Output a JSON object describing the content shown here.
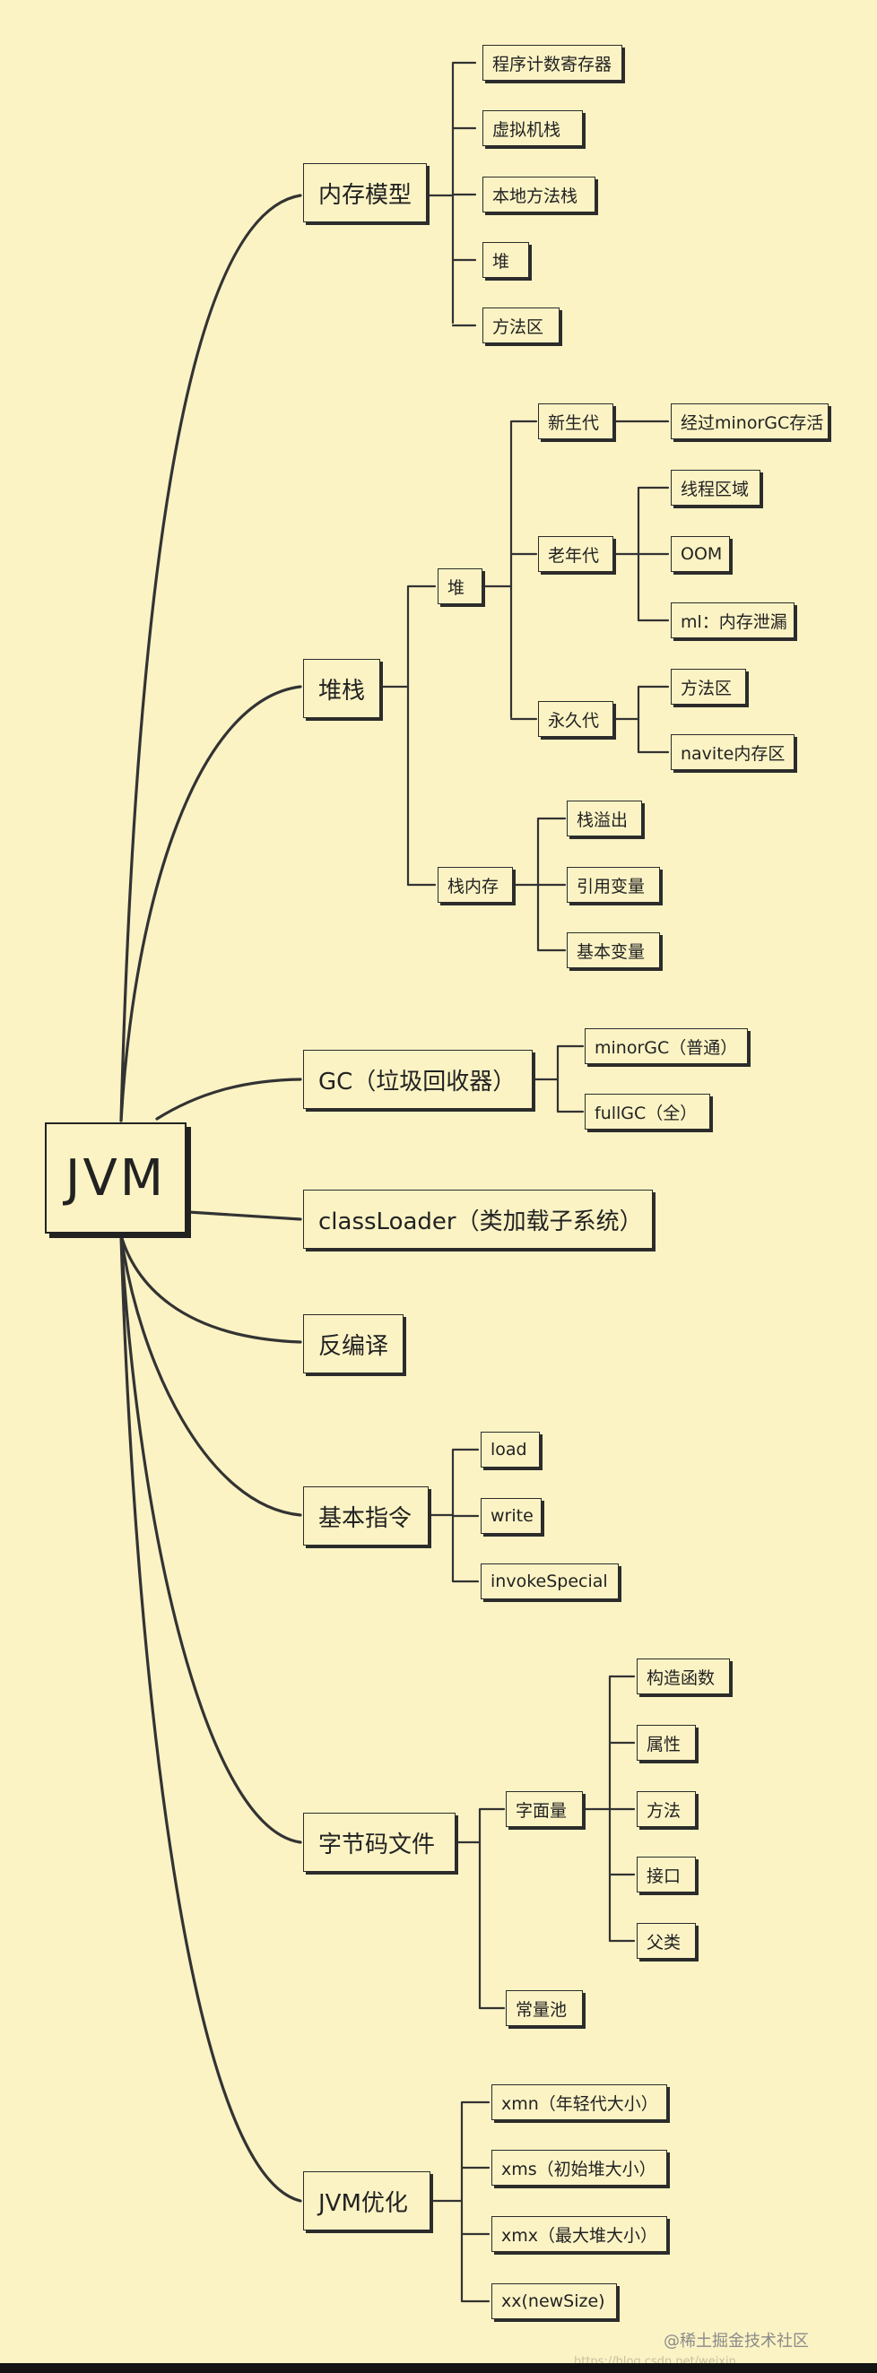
{
  "root": {
    "label": "JVM"
  },
  "branches": {
    "memory_model": {
      "label": "内存模型",
      "children": [
        "程序计数寄存器",
        "虚拟机栈",
        "本地方法栈",
        "堆",
        "方法区"
      ]
    },
    "heap_stack": {
      "label": "堆栈",
      "heap": {
        "label": "堆",
        "young": {
          "label": "新生代",
          "children": [
            "经过minorGC存活"
          ]
        },
        "old": {
          "label": "老年代",
          "children": [
            "线程区域",
            "OOM",
            "ml：内存泄漏"
          ]
        },
        "perm": {
          "label": "永久代",
          "children": [
            "方法区",
            "navite内存区"
          ]
        }
      },
      "stack_memory": {
        "label": "栈内存",
        "children": [
          "栈溢出",
          "引用变量",
          "基本变量"
        ]
      }
    },
    "gc": {
      "label": "GC（垃圾回收器）",
      "children": [
        "minorGC（普通）",
        "fullGC（全）"
      ]
    },
    "classloader": {
      "label": "classLoader（类加载子系统）"
    },
    "decompile": {
      "label": "反编译"
    },
    "instructions": {
      "label": "基本指令",
      "children": [
        "load",
        "write",
        "invokeSpecial"
      ]
    },
    "bytecode": {
      "label": "字节码文件",
      "literal": {
        "label": "字面量",
        "children": [
          "构造函数",
          "属性",
          "方法",
          "接口",
          "父类"
        ]
      },
      "constant_pool": {
        "label": "常量池"
      }
    },
    "optimize": {
      "label": "JVM优化",
      "children": [
        "xmn（年轻代大小）",
        "xms（初始堆大小）",
        "xmx（最大堆大小）",
        "xx(newSize)"
      ]
    }
  },
  "watermark": "@稀土掘金技术社区",
  "ghost_url": "https://blog.csdn.net/weixin_..."
}
